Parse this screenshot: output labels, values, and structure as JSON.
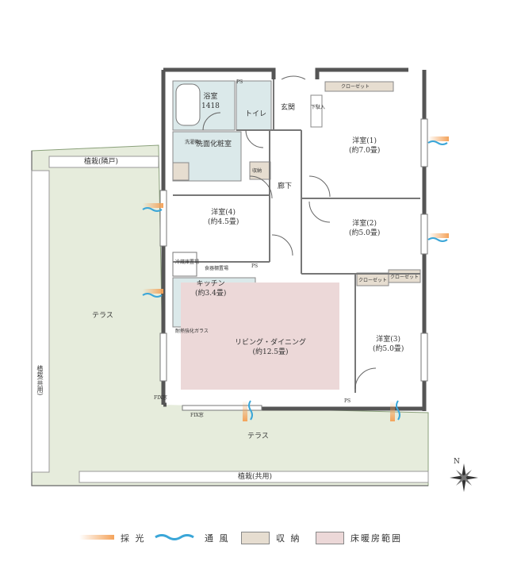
{
  "rooms": {
    "bath": "浴室",
    "bath_size": "1418",
    "toilet": "トイレ",
    "entrance": "玄関",
    "washroom": "洗面化粧室",
    "hallway": "廊下",
    "storage": "収納",
    "closet": "クローゼット",
    "room1": "洋室(1)",
    "room1_size": "(約7.0畳)",
    "room2": "洋室(2)",
    "room2_size": "(約5.0畳)",
    "room3": "洋室(3)",
    "room3_size": "(約5.0畳)",
    "room4": "洋室(4)",
    "room4_size": "(約4.5畳)",
    "kitchen": "キッチン",
    "kitchen_size": "(約3.4畳)",
    "living": "リビング・ダイニング",
    "living_size": "(約12.5畳)",
    "terrace": "テラス",
    "planting_top": "植栽(隣戸)",
    "planting_left": "植栽(共用)",
    "planting_bottom": "植栽(共用)",
    "dishwasher_cabinet": "食器棚置場",
    "fridge": "冷蔵庫置場",
    "heat_glass": "耐熱強化ガラス",
    "fix_window_1": "FIX窓",
    "fix_window_2": "FIX窓",
    "ps": "PS",
    "washer": "洗濯機",
    "shoes": "下駄入"
  },
  "compass": "N",
  "legend": {
    "daylight": "採 光",
    "ventilation": "通 風",
    "storage": "収 納",
    "floor_heating": "床暖房範囲"
  },
  "colors": {
    "terrace": "#e6ecdc",
    "floor_heating": "#ecd8d8",
    "storage": "#e6ddd0",
    "wet": "#dbe9ea",
    "wall": "#555555",
    "daylight": "#f4a35a",
    "wind": "#3aa6d8"
  }
}
